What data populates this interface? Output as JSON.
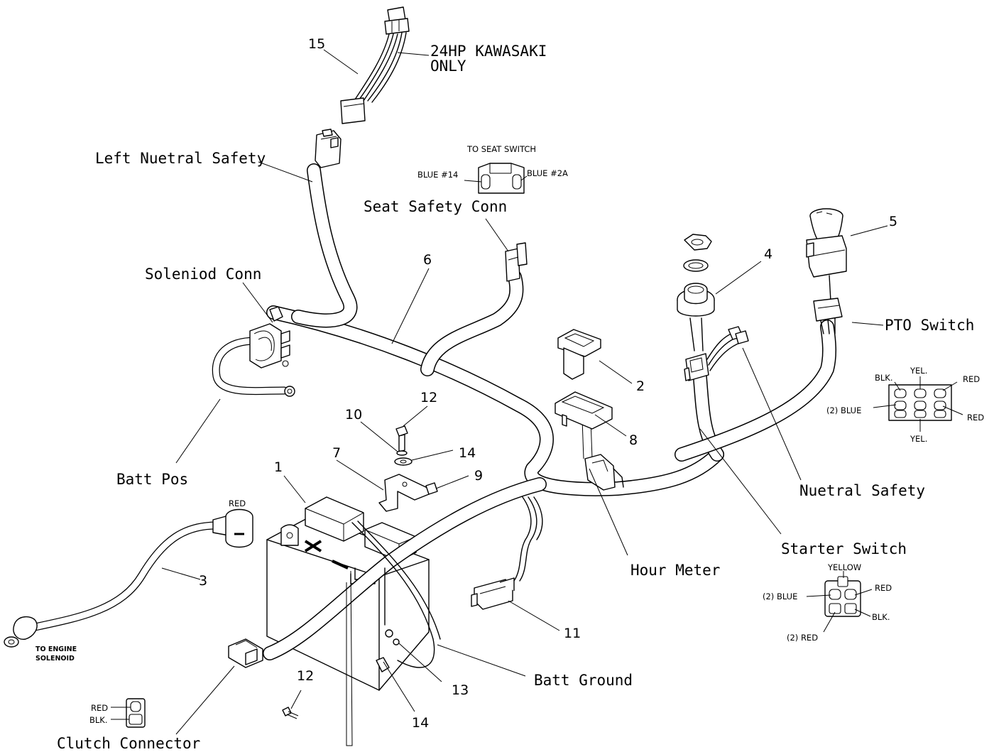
{
  "diagram": {
    "labels": {
      "kawasaki_line1": "24HP KAWASAKI",
      "kawasaki_line2": "ONLY",
      "left_neutral_safety": "Left Nuetral Safety",
      "seat_safety_conn": "Seat Safety Conn",
      "solenoid_conn": "Soleniod Conn",
      "batt_pos": "Batt Pos",
      "pto_switch": "PTO Switch",
      "neutral_safety": "Nuetral Safety",
      "starter_switch": "Starter Switch",
      "hour_meter": "Hour Meter",
      "batt_ground": "Batt Ground",
      "clutch_connector": "Clutch Connector",
      "to_engine_solenoid_line1": "TO ENGINE",
      "to_engine_solenoid_line2": "SOLENOID"
    },
    "seat_switch": {
      "title": "TO SEAT SWITCH",
      "left": "BLUE #14",
      "right": "BLUE #2A"
    },
    "pto_pinout": {
      "blk": "BLK.",
      "yel_top": "YEL.",
      "red_top": "RED",
      "blue": "(2) BLUE",
      "red_right": "RED",
      "yel_bottom": "YEL."
    },
    "starter_pinout": {
      "yellow": "YELLOW",
      "red": "RED",
      "blue": "(2) BLUE",
      "blk": "BLK.",
      "red2": "(2) RED"
    },
    "clutch_pinout": {
      "red": "RED",
      "blk": "BLK."
    },
    "cable_3_color": "RED",
    "part_numbers": [
      "1",
      "2",
      "3",
      "4",
      "5",
      "6",
      "7",
      "8",
      "9",
      "10",
      "11",
      "12",
      "12",
      "13",
      "14",
      "14",
      "15"
    ]
  }
}
